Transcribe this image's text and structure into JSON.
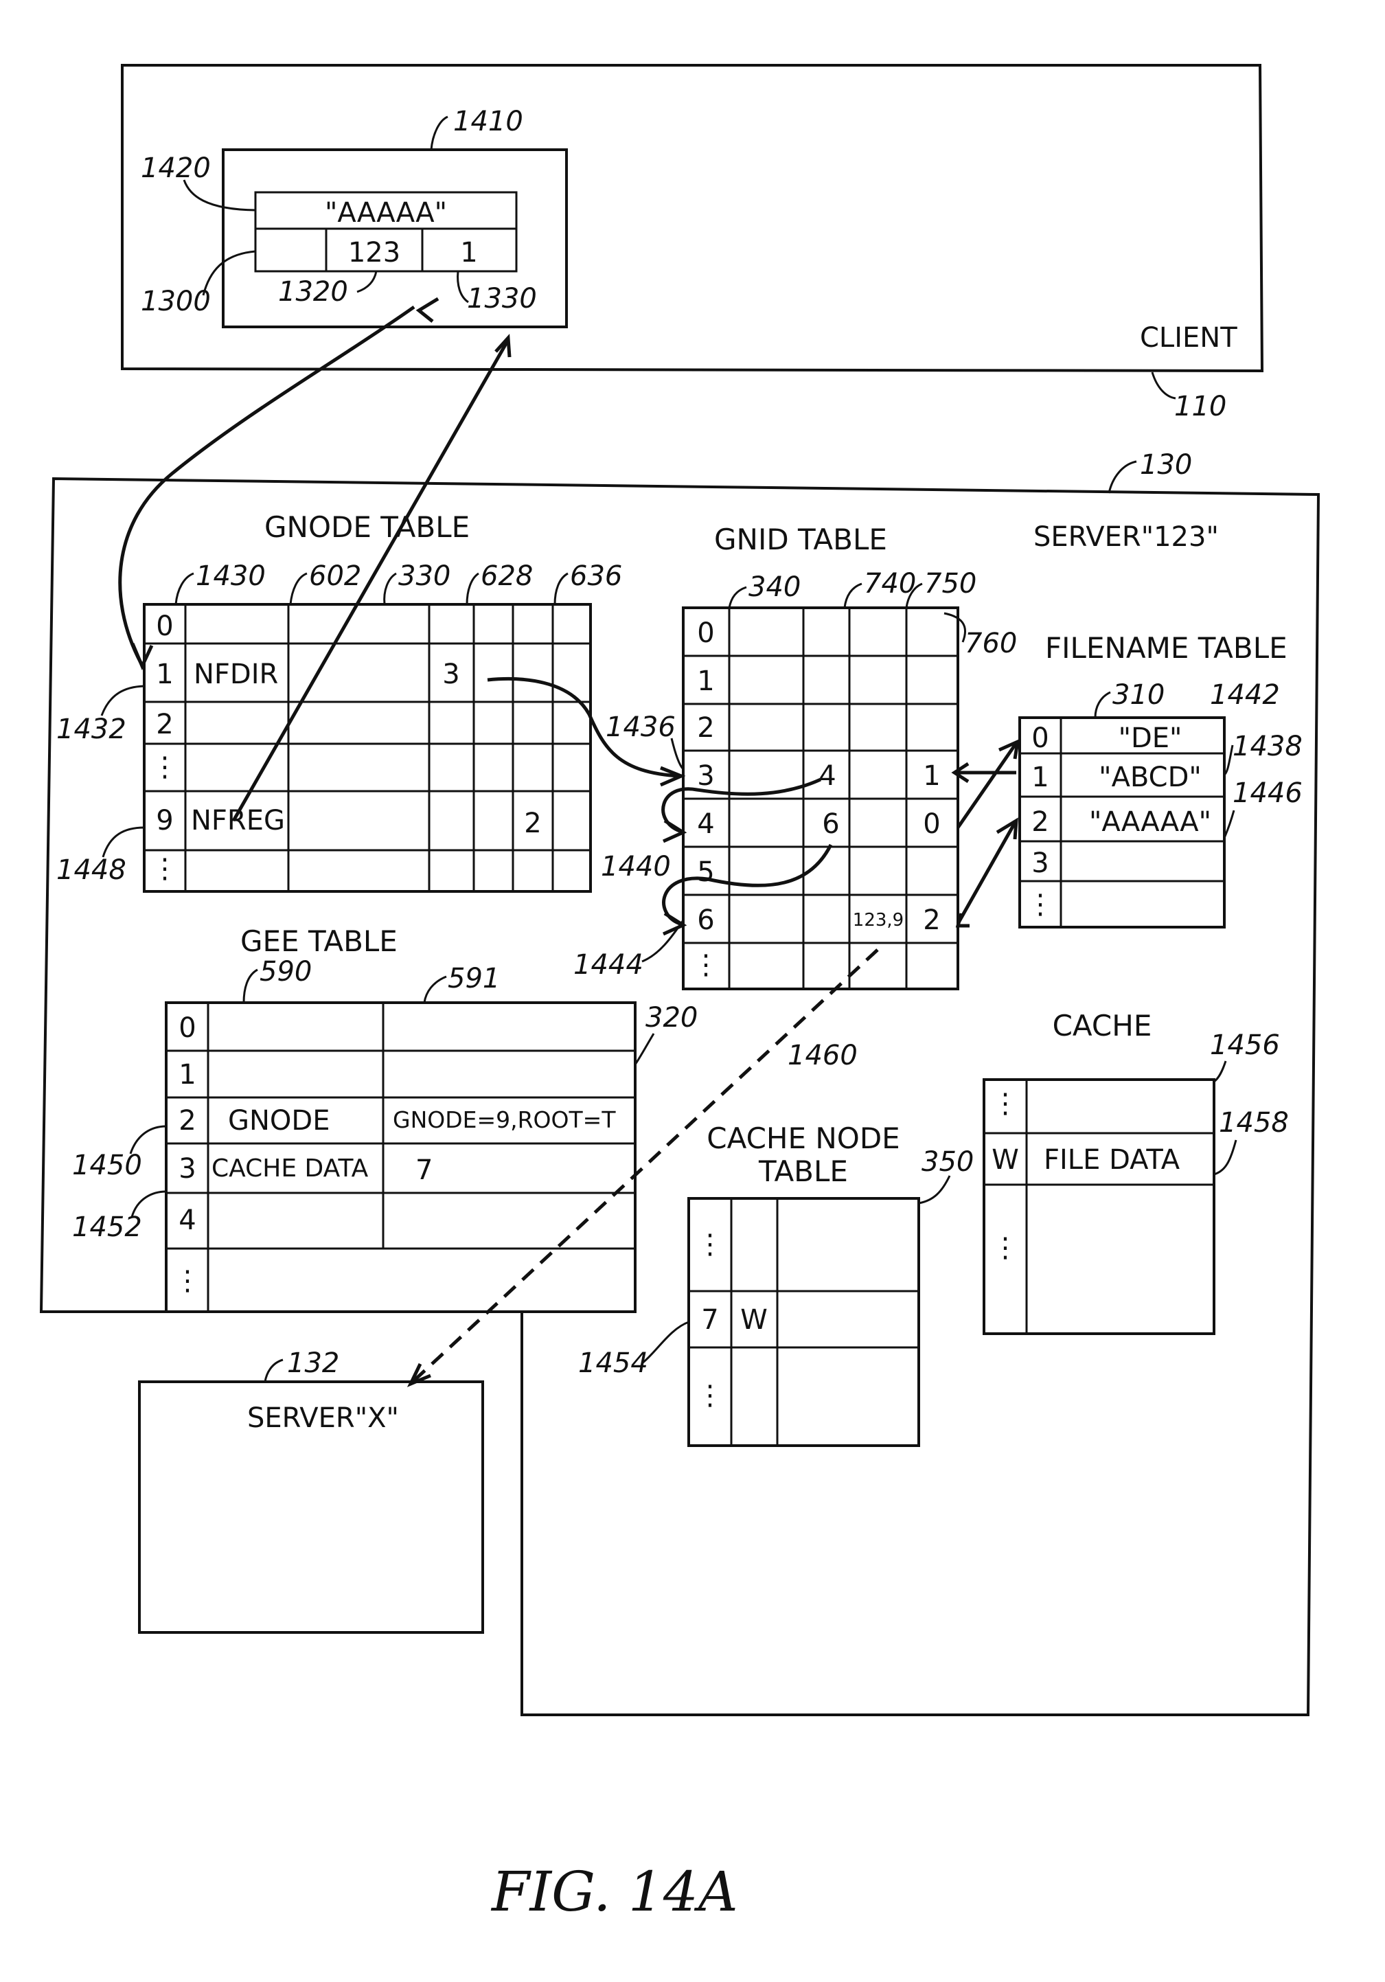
{
  "client": {
    "label": "CLIENT",
    "ref": "110"
  },
  "handle": {
    "ref": "1410",
    "name_ref": "1420",
    "fields_ref": "1300",
    "server_ref": "1320",
    "gnode_ref": "1330",
    "name_value": "\"AAAAA\"",
    "server_value": "123",
    "gnode_value": "1"
  },
  "server": {
    "label": "SERVER\"123\"",
    "ref": "130"
  },
  "gnode_table": {
    "title": "GNODE TABLE",
    "col_refs": [
      "1430",
      "602",
      "330",
      "628",
      "636"
    ],
    "row_indices": [
      "0",
      "1",
      "2",
      "⋮",
      "9",
      "⋮"
    ],
    "types": [
      "",
      "NFDIR",
      "",
      "",
      "NFREG",
      ""
    ],
    "ref_gnid": "3",
    "ref_gee": "2",
    "row_refs": [
      "1432",
      "1448"
    ]
  },
  "gnid_table": {
    "title": "GNID TABLE",
    "col_refs": [
      "340",
      "740",
      "750",
      "760"
    ],
    "row_indices": [
      "0",
      "1",
      "2",
      "3",
      "4",
      "5",
      "6",
      "⋮"
    ],
    "sibling_3": "4",
    "sibling_4": "6",
    "remote_6": "123,9",
    "filename_3": "1",
    "filename_4": "0",
    "filename_6": "2",
    "row_refs": [
      "1436",
      "1440",
      "1444"
    ]
  },
  "filename_table": {
    "title": "FILENAME TABLE",
    "col_ref": "310",
    "row_indices": [
      "0",
      "1",
      "2",
      "3",
      "⋮"
    ],
    "names": [
      "\"DE\"",
      "\"ABCD\"",
      "\"AAAAA\"",
      "",
      ""
    ],
    "row_refs": [
      "1442",
      "1438",
      "1446"
    ]
  },
  "gee_table": {
    "title": "GEE TABLE",
    "col_refs": [
      "590",
      "591"
    ],
    "table_ref": "320",
    "row_indices": [
      "0",
      "1",
      "2",
      "3",
      "4",
      "⋮"
    ],
    "types": [
      "",
      "",
      "GNODE",
      "CACHE DATA",
      "",
      ""
    ],
    "data": [
      "",
      "",
      "GNODE=9,ROOT=T",
      "7",
      "",
      ""
    ],
    "row_refs": [
      "1450",
      "1452"
    ]
  },
  "cache_node_table": {
    "title_1": "CACHE NODE",
    "title_2": "TABLE",
    "table_ref": "350",
    "row_indices": [
      "⋮",
      "7",
      "⋮"
    ],
    "flags": [
      "",
      "W",
      ""
    ],
    "row_ref": "1454"
  },
  "cache": {
    "title": "CACHE",
    "table_ref": "1456",
    "row_ref": "1458",
    "row_indices": [
      "⋮",
      "W",
      "⋮"
    ],
    "contents": [
      "",
      "FILE DATA",
      ""
    ]
  },
  "remote_server": {
    "label": "SERVER\"X\"",
    "ref": "132"
  },
  "link_ref": "1460",
  "caption": "FIG. 14A"
}
